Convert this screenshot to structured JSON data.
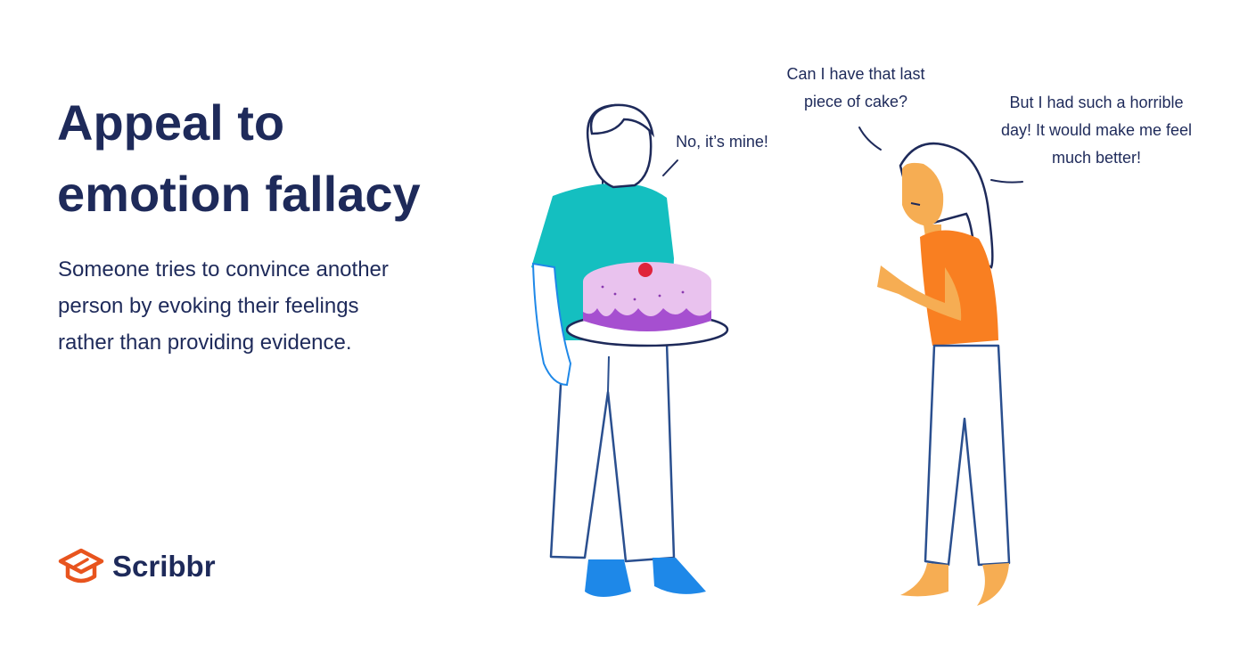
{
  "title": {
    "line1": "Appeal to",
    "line2": "emotion fallacy"
  },
  "description": {
    "line1": "Someone tries to convince another",
    "line2": "person by evoking their feelings",
    "line3": "rather than providing evidence."
  },
  "speech": {
    "man": {
      "line1": "No, it’s mine!"
    },
    "woman_first": {
      "line1": "Can I have that last",
      "line2": "piece of cake?"
    },
    "woman_second": {
      "line1": "But I had such a horrible",
      "line2": "day! It would make me feel",
      "line3": "much better!"
    }
  },
  "brand": {
    "name": "Scribbr"
  },
  "colors": {
    "navy": "#1e2a5a",
    "brand_orange": "#e8541e",
    "shirt_teal": "#14bfc0",
    "shirt_orange": "#f97f21",
    "skin": "#f6ad53",
    "socks_blue": "#1e88e8",
    "cake_pink": "#e9c2ee",
    "cake_purple": "#a64fd0",
    "cherry_red": "#e0233a"
  },
  "illustration": {
    "man_icon": "man-holding-cake-icon",
    "woman_icon": "woman-pleading-icon",
    "cake_icon": "cake-icon"
  }
}
